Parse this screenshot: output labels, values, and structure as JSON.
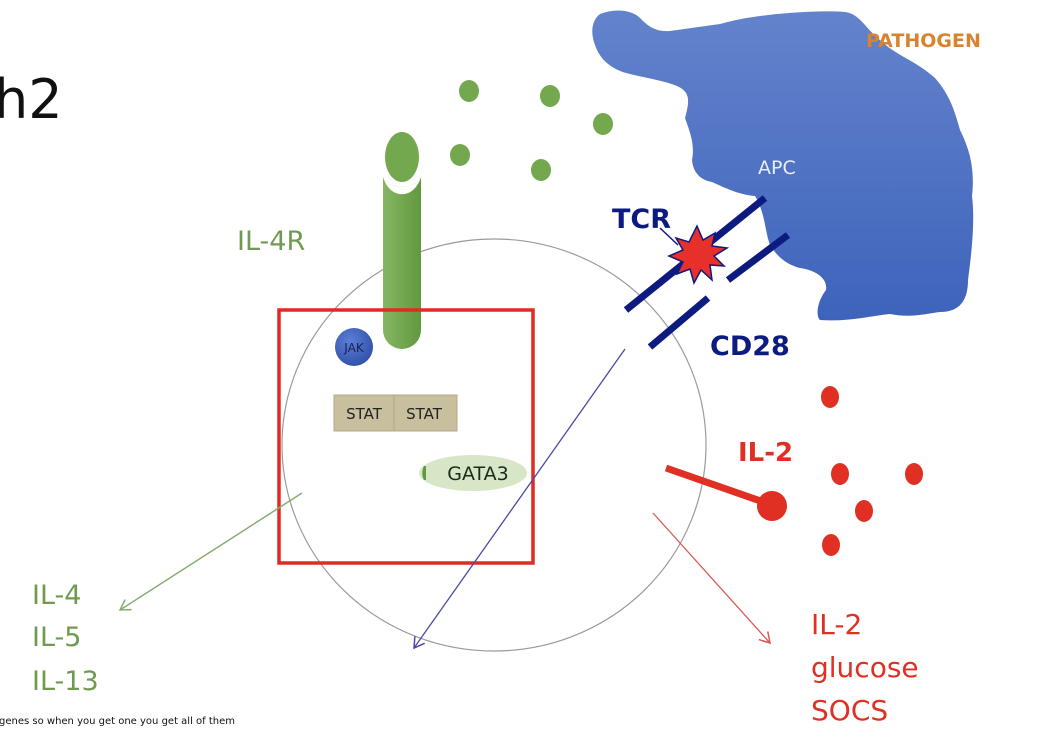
{
  "title": {
    "visible_text": "h2"
  },
  "labels": {
    "il4r": "IL-4R",
    "pathogen": "PATHOGEN",
    "apc": "APC",
    "tcr": "TCR",
    "cd28": "CD28",
    "il2": "IL-2",
    "jak": "JAK",
    "stat_left": "STAT",
    "stat_right": "STAT",
    "gata3": "GATA3"
  },
  "outputs": {
    "th2_cytokines": [
      "IL-4",
      "IL-5",
      "IL-13"
    ],
    "il2_effects": [
      "IL-2",
      "glucose",
      "SOCS"
    ]
  },
  "caption": "genes so when you get one you get all of them",
  "colors": {
    "il4_green": "#6f9a4f",
    "receptor_green": "#74a84e",
    "apc_blue": "#4a6fc0",
    "tcr_navy": "#0d1a80",
    "il2_red": "#e03023",
    "pathogen_orange": "#d9832f",
    "stat_tan": "#c8bf9f",
    "gata3_green": "#d7e6c6",
    "jak_blue": "#3f63c0",
    "box_red": "#e32a22",
    "membrane_gray": "#9a9a9a"
  }
}
